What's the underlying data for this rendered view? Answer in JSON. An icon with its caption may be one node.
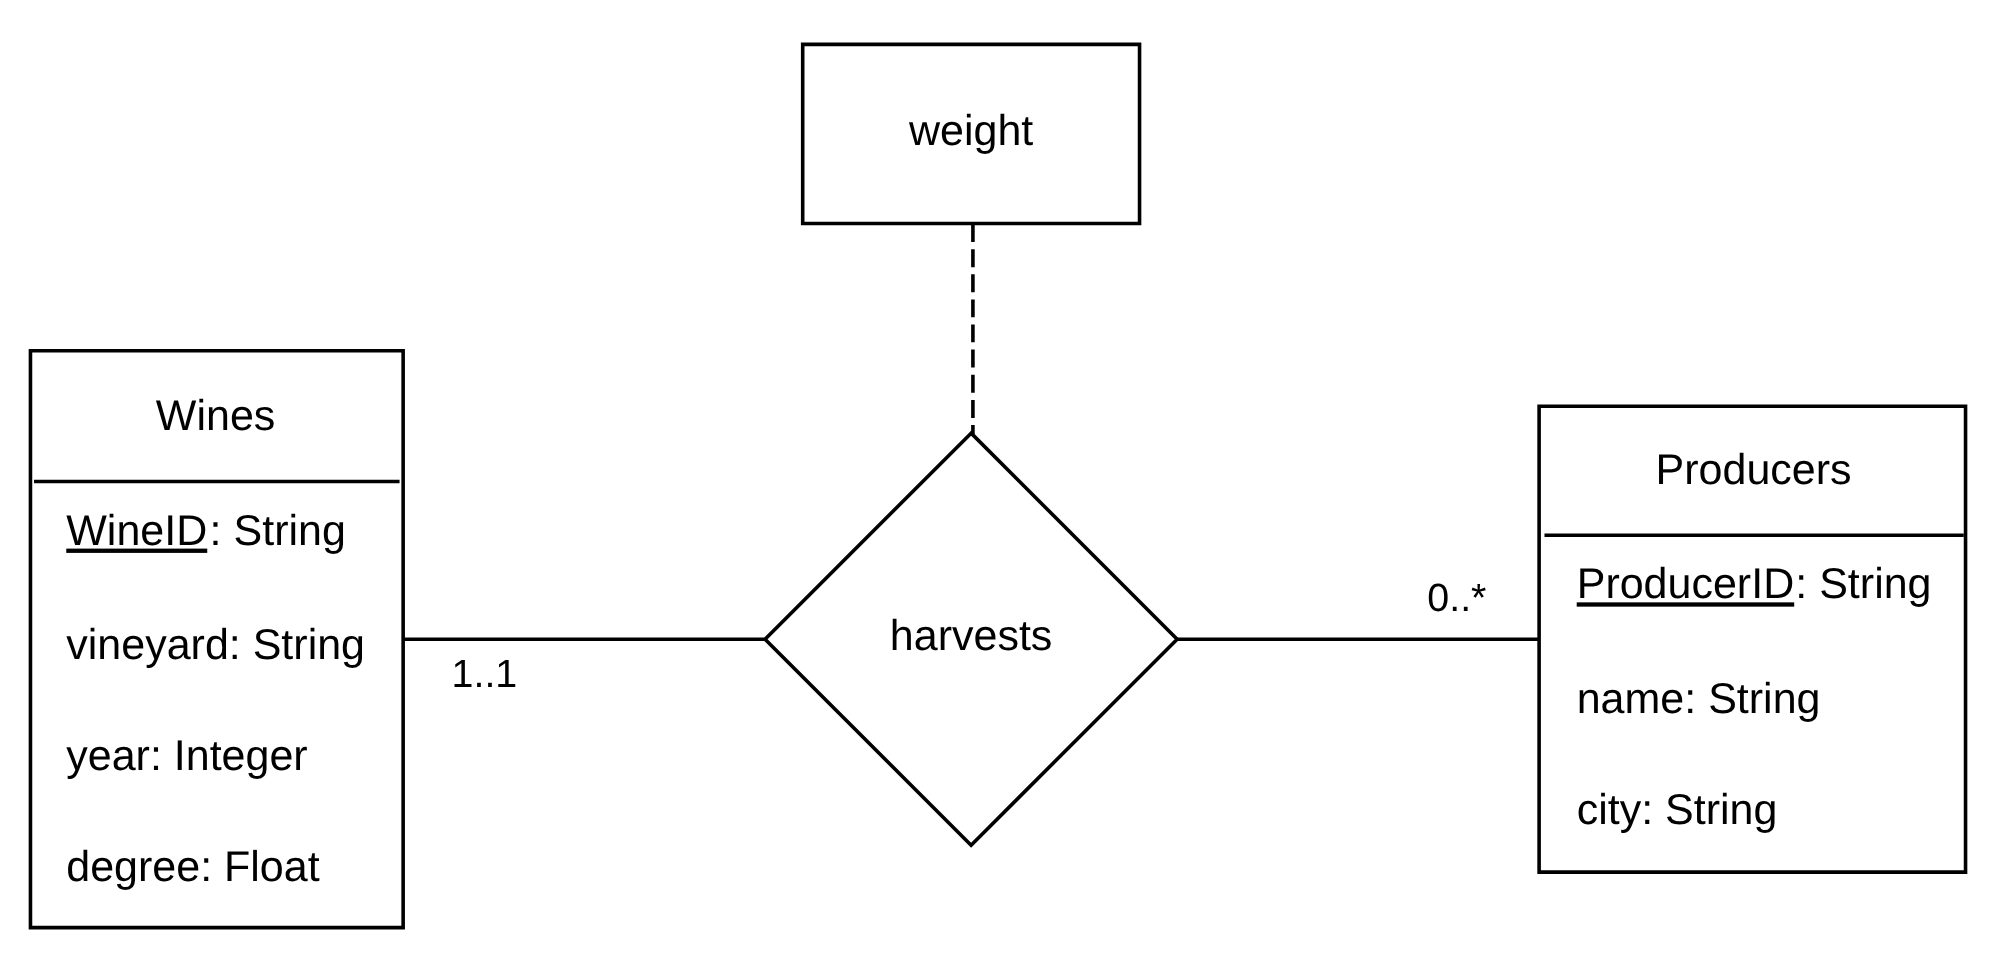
{
  "diagram": {
    "nodes": [
      {
        "text": [
          "weight"
        ]
      },
      {
        "text": [
          "Wines",
          "WineID: String",
          "vineyard: String",
          "year: Integer",
          "degree: Float"
        ]
      },
      {
        "text": [
          "harvests"
        ]
      },
      {
        "text": [
          "Producers",
          "ProducerID: String",
          "name: String",
          "city: String"
        ]
      }
    ],
    "edges": [
      {
        "from": 0,
        "to": 2,
        "arrow": "none",
        "style": "dashed"
      },
      {
        "from": 1,
        "to": 2,
        "arrow": "none",
        "label": "1..1"
      },
      {
        "from": 2,
        "to": 3,
        "arrow": "none",
        "label": "0..*"
      }
    ]
  }
}
